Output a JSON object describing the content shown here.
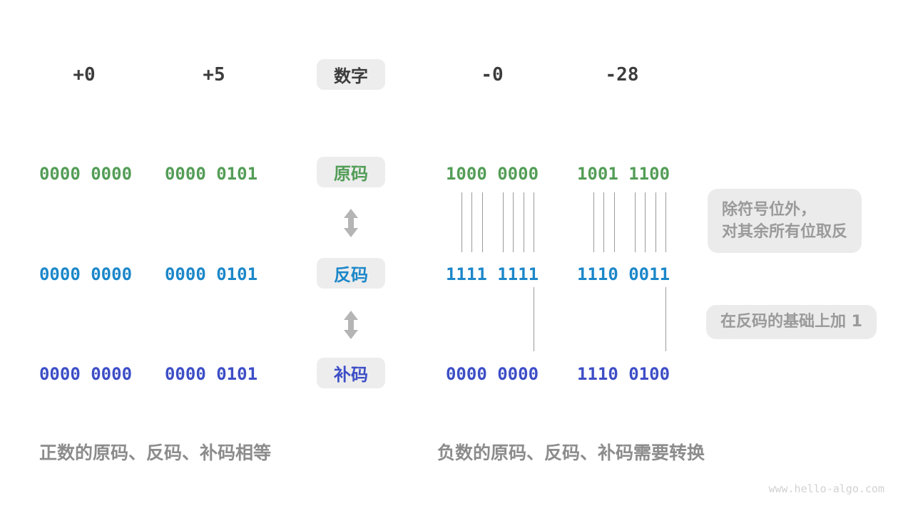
{
  "header": {
    "labels": [
      "+0",
      "+5",
      "-0",
      "-28"
    ],
    "badge": "数字"
  },
  "rows": {
    "sign_magnitude": {
      "badge": "原码",
      "values": [
        "0000 0000",
        "0000 0101",
        "1000 0000",
        "1001 1100"
      ]
    },
    "ones_complement": {
      "badge": "反码",
      "values": [
        "0000 0000",
        "0000 0101",
        "1111 1111",
        "1110 0011"
      ]
    },
    "twos_complement": {
      "badge": "补码",
      "values": [
        "0000 0000",
        "0000 0101",
        "0000 0000",
        "1110 0100"
      ]
    }
  },
  "notes": {
    "invert_bits": "除符号位外，\n对其余所有位取反",
    "add_one": "在反码的基础上加 1"
  },
  "captions": {
    "positive": "正数的原码、反码、补码相等",
    "negative": "负数的原码、反码、补码需要转换"
  },
  "watermark": "www.hello-algo.com",
  "colors": {
    "sign_magnitude": "#539d57",
    "ones_complement": "#1c87c9",
    "twos_complement": "#3d4ec6",
    "number_text": "#3c3c3c",
    "badge_background": "#ededed",
    "note_background": "#ebebeb",
    "note_text": "#9a9a9a",
    "caption_text": "#8c8c8c",
    "arrow": "#b5b5b5",
    "tick_line": "#9a9a9a",
    "watermark": "#d2d2d2"
  }
}
